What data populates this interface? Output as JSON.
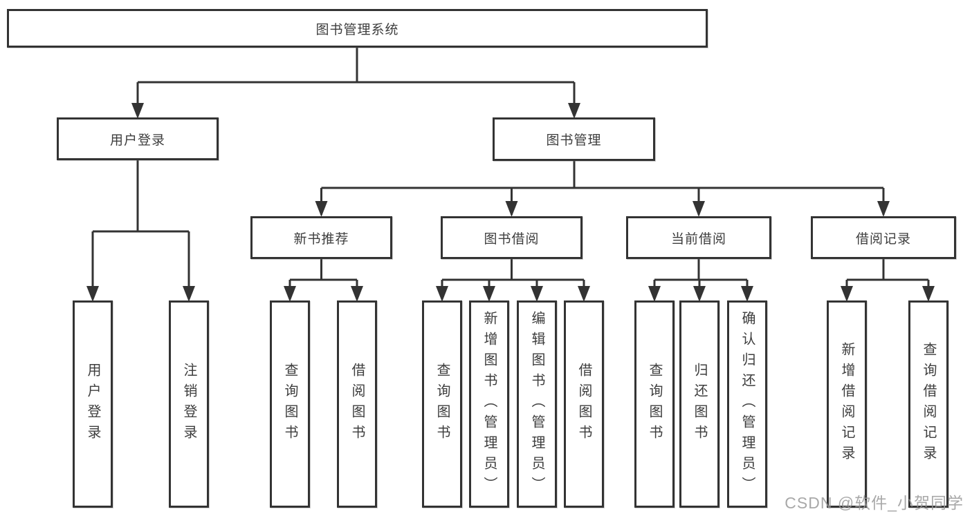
{
  "diagram": {
    "root": {
      "label": "图书管理系统"
    },
    "branches": [
      {
        "label": "用户登录",
        "children": [
          {
            "label": "用户登录"
          },
          {
            "label": "注销登录"
          }
        ]
      },
      {
        "label": "图书管理",
        "children": [
          {
            "label": "新书推荐",
            "children": [
              {
                "label": "查询图书"
              },
              {
                "label": "借阅图书"
              }
            ]
          },
          {
            "label": "图书借阅",
            "children": [
              {
                "label": "查询图书"
              },
              {
                "label": "新增图书（管理员）"
              },
              {
                "label": "编辑图书（管理员）"
              },
              {
                "label": "借阅图书"
              }
            ]
          },
          {
            "label": "当前借阅",
            "children": [
              {
                "label": "查询图书"
              },
              {
                "label": "归还图书"
              },
              {
                "label": "确认归还（管理员）"
              }
            ]
          },
          {
            "label": "借阅记录",
            "children": [
              {
                "label": "新增借阅记录"
              },
              {
                "label": "查询借阅记录"
              }
            ]
          }
        ]
      }
    ]
  },
  "watermark": {
    "text": "CSDN @软件_小贺同学"
  },
  "colors": {
    "line": "#333333",
    "box_border": "#333333",
    "text": "#3d3d3d",
    "background": "#ffffff",
    "watermark": "#9a9a9a"
  }
}
